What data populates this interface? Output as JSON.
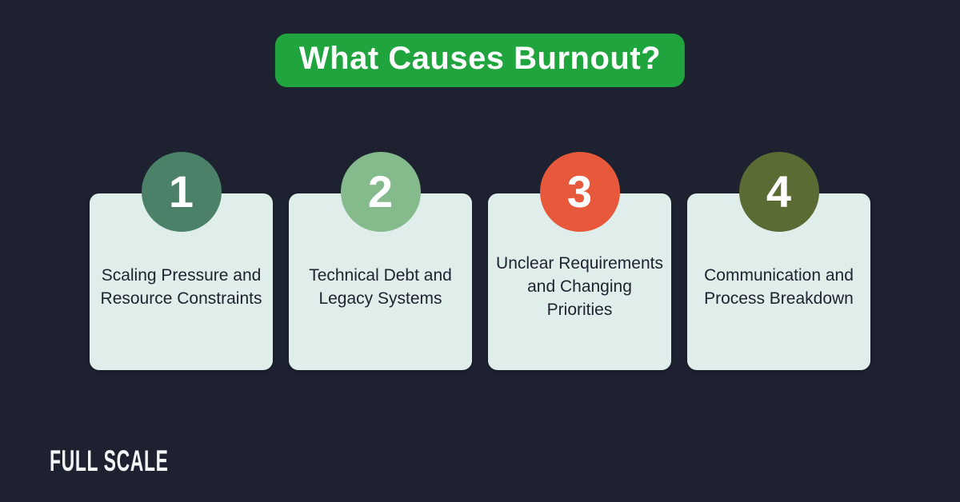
{
  "page": {
    "background": "#1e2230"
  },
  "banner": {
    "title": "What Causes Burnout?",
    "background": "#1fa43e",
    "text_color": "#ffffff"
  },
  "card": {
    "background": "#dfeeea",
    "text_color": "#1e2230"
  },
  "causes": [
    {
      "number": "1",
      "label": "Scaling Pressure and Resource Constraints",
      "circle_color": "#4a8168"
    },
    {
      "number": "2",
      "label": "Technical Debt and Legacy Systems",
      "circle_color": "#84ba8c"
    },
    {
      "number": "3",
      "label": "Unclear Requirements and Changing Priorities",
      "circle_color": "#e7593a"
    },
    {
      "number": "4",
      "label": "Communication and Process Breakdown",
      "circle_color": "#5a6b34"
    }
  ],
  "footer": {
    "logo": "FULL SCALE",
    "color": "#f4f5f7"
  }
}
